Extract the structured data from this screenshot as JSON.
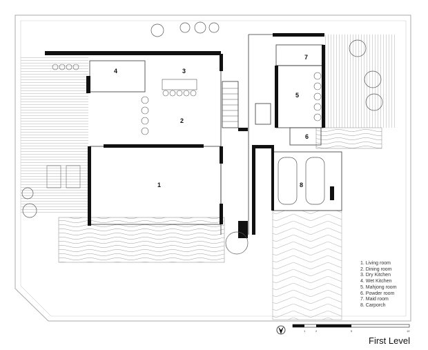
{
  "rooms": [
    {
      "number": "1",
      "name": "Living room"
    },
    {
      "number": "2",
      "name": "Dining room"
    },
    {
      "number": "3",
      "name": "Dry Kitchen"
    },
    {
      "number": "4",
      "name": "Wet Kitchen"
    },
    {
      "number": "5",
      "name": "Mahjong room"
    },
    {
      "number": "6",
      "name": "Powder room"
    },
    {
      "number": "7",
      "name": "Maid room"
    },
    {
      "number": "8",
      "name": "Carporch"
    }
  ],
  "legend": [
    "1. Living room",
    "2. Dining room",
    "3. Dry Kitchen",
    "4. Wet Kitchen",
    "5. Mahjong room",
    "6. Powder room",
    "7. Maid room",
    "8. Carporch"
  ],
  "scale_bar": {
    "ticks": [
      "1",
      "2",
      "5",
      "10"
    ]
  },
  "title": "First Level"
}
